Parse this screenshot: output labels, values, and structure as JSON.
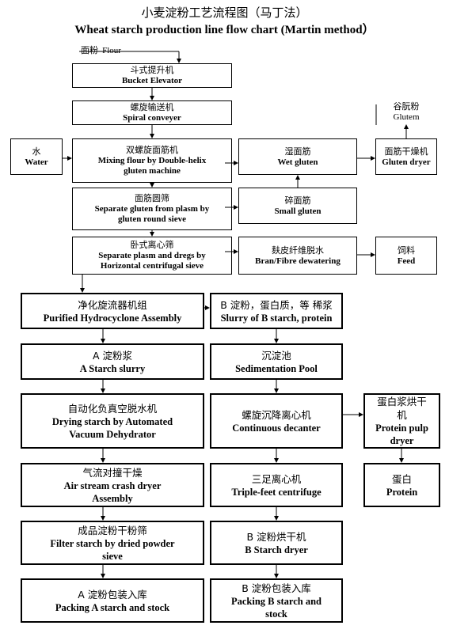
{
  "title": {
    "cn": "小麦淀粉工艺流程图（马丁法）",
    "en": "Wheat starch production line flow chart (Martin method）"
  },
  "flour": {
    "cn": "面粉",
    "en": "Flour"
  },
  "upper": {
    "bucket": {
      "cn": "斗式提升机",
      "en": "Bucket Elevator"
    },
    "spiral": {
      "cn": "螺旋输送机",
      "en": "Spiral conveyer"
    },
    "water": {
      "cn": "水",
      "en": "Water"
    },
    "mixing": {
      "cn": "双螺旋面筋机",
      "en1": "Mixing flour by Double-helix",
      "en2": "gluten machine"
    },
    "wet_gluten": {
      "cn": "湿面筋",
      "en": "Wet gluten"
    },
    "gluten_dryer": {
      "cn": "面筋干燥机",
      "en": "Gluten dryer"
    },
    "glutem": {
      "cn": "谷朊粉",
      "en": "Glutem"
    },
    "separate_round": {
      "cn": "面筋圆筛",
      "en1": "Separate gluten from plasm by",
      "en2": "gluten round sieve"
    },
    "small_gluten": {
      "cn": "碎面筋",
      "en": "Small gluten"
    },
    "horizontal": {
      "cn": "卧式离心筛",
      "en1": "Separate plasm and dregs by",
      "en2": "Horizontal centrifugal sieve"
    },
    "bran": {
      "cn": "麸皮纤维脱水",
      "en": "Bran/Fibre dewatering"
    },
    "feed": {
      "cn": "饲料",
      "en": "Feed"
    }
  },
  "left": {
    "hydrocyclone": {
      "cn": "净化旋流器机组",
      "en": "Purified Hydrocyclone Assembly"
    },
    "a_slurry": {
      "cn": "A 淀粉浆",
      "en": "A Starch slurry"
    },
    "vacuum": {
      "cn": "自动化负真空脱水机",
      "en1": "Drying starch by Automated",
      "en2": "Vacuum Dehydrator"
    },
    "air_stream": {
      "cn": "气流对撞干燥",
      "en1": "Air stream crash dryer",
      "en2": "Assembly"
    },
    "filter": {
      "cn": "成品淀粉干粉筛",
      "en1": "Filter starch by dried powder",
      "en2": "sieve"
    },
    "packing_a": {
      "cn": "A 淀粉包装入库",
      "en": "Packing A starch and stock"
    }
  },
  "middle": {
    "slurry_b": {
      "cn": "B 淀粉，蛋白质，等 稀浆",
      "en": "Slurry of B starch, protein"
    },
    "sedimentation": {
      "cn": "沉淀池",
      "en": "Sedimentation Pool"
    },
    "decanter": {
      "cn": "螺旋沉降离心机",
      "en": "Continuous decanter"
    },
    "triple": {
      "cn": "三足离心机",
      "en": "Triple-feet centrifuge"
    },
    "b_dryer": {
      "cn": "B 淀粉烘干机",
      "en": "B Starch dryer"
    },
    "packing_b": {
      "cn": "B 淀粉包装入库",
      "en1": "Packing B starch and",
      "en2": "stock"
    }
  },
  "right": {
    "protein_dryer": {
      "cn1": "蛋白浆烘干",
      "cn2": "机",
      "en1": "Protein pulp",
      "en2": "dryer"
    },
    "protein": {
      "cn": "蛋白",
      "en": "Protein"
    }
  }
}
